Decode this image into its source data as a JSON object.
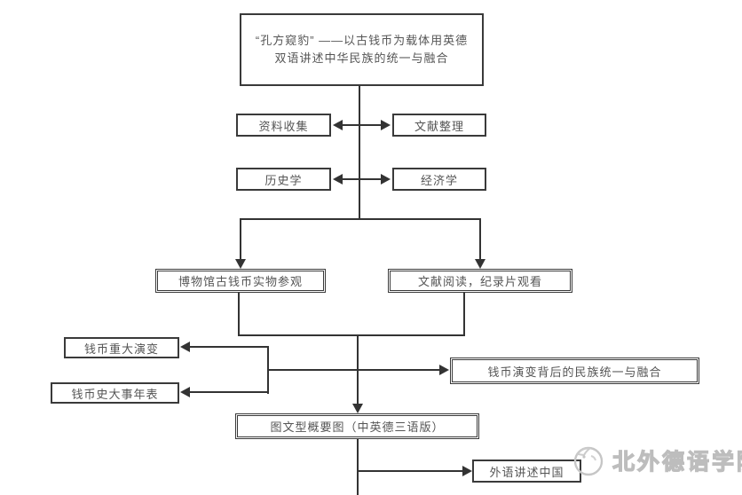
{
  "colors": {
    "line": "#333333",
    "box_border": "#3a3a3a",
    "box_text": "#555555",
    "watermark": "#bdbdbd"
  },
  "flowchart": {
    "title": {
      "line1": "“孔方窥豹” ——以古钱币为载体用英德",
      "line2": "双语讲述中华民族的统一与融合"
    },
    "boxes": {
      "data_collection": "资料收集",
      "literature_organization": "文献整理",
      "history": "历史学",
      "economics": "经济学",
      "museum_visit": "博物馆古钱币实物参观",
      "reading_documentary": "文献阅读，纪录片观看",
      "coin_major_evolution": "钱币重大演变",
      "coin_history_timeline": "钱币史大事年表",
      "national_unity_behind_coins": "钱币演变背后的民族统一与融合",
      "trilingual_summary_chart": "图文型概要图（中英德三语版）",
      "foreign_language_china": "外语讲述中国"
    }
  },
  "watermark": {
    "text": "北外德语学院"
  }
}
